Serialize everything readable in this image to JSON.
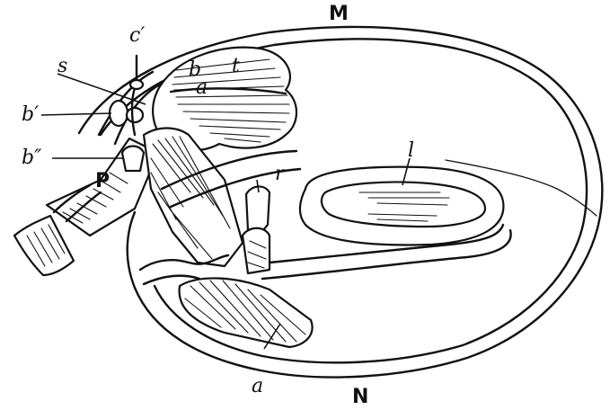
{
  "labels": {
    "M": "M",
    "N": "N",
    "P": "P",
    "c_prime": "c′",
    "s": "s",
    "b_prime": "b′",
    "b_double_prime": "b″",
    "b": "b",
    "t": "t",
    "a_upper": "a",
    "l": "l",
    "r": "r",
    "a_lower": "a"
  }
}
